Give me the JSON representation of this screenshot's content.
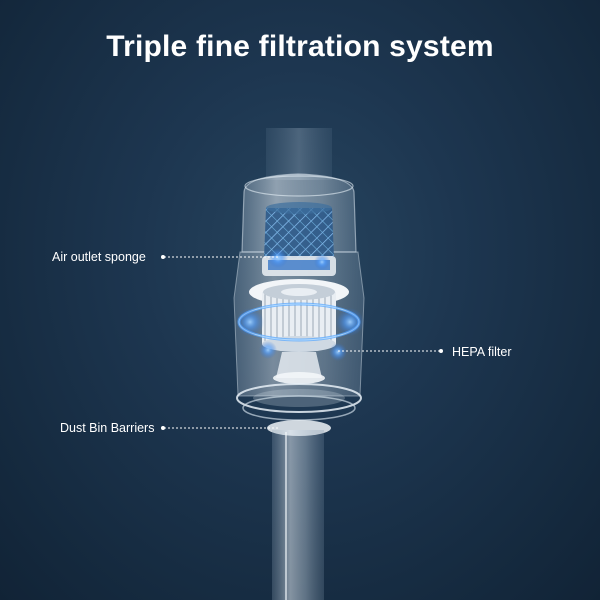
{
  "title": "Triple fine filtration system",
  "callouts": {
    "air_outlet_sponge": "Air outlet sponge",
    "hepa_filter": "HEPA filter",
    "dust_bin_barriers": "Dust Bin Barriers"
  },
  "colors": {
    "background": "#1b3248",
    "text": "#ffffff",
    "glow": "#4f9dff"
  }
}
